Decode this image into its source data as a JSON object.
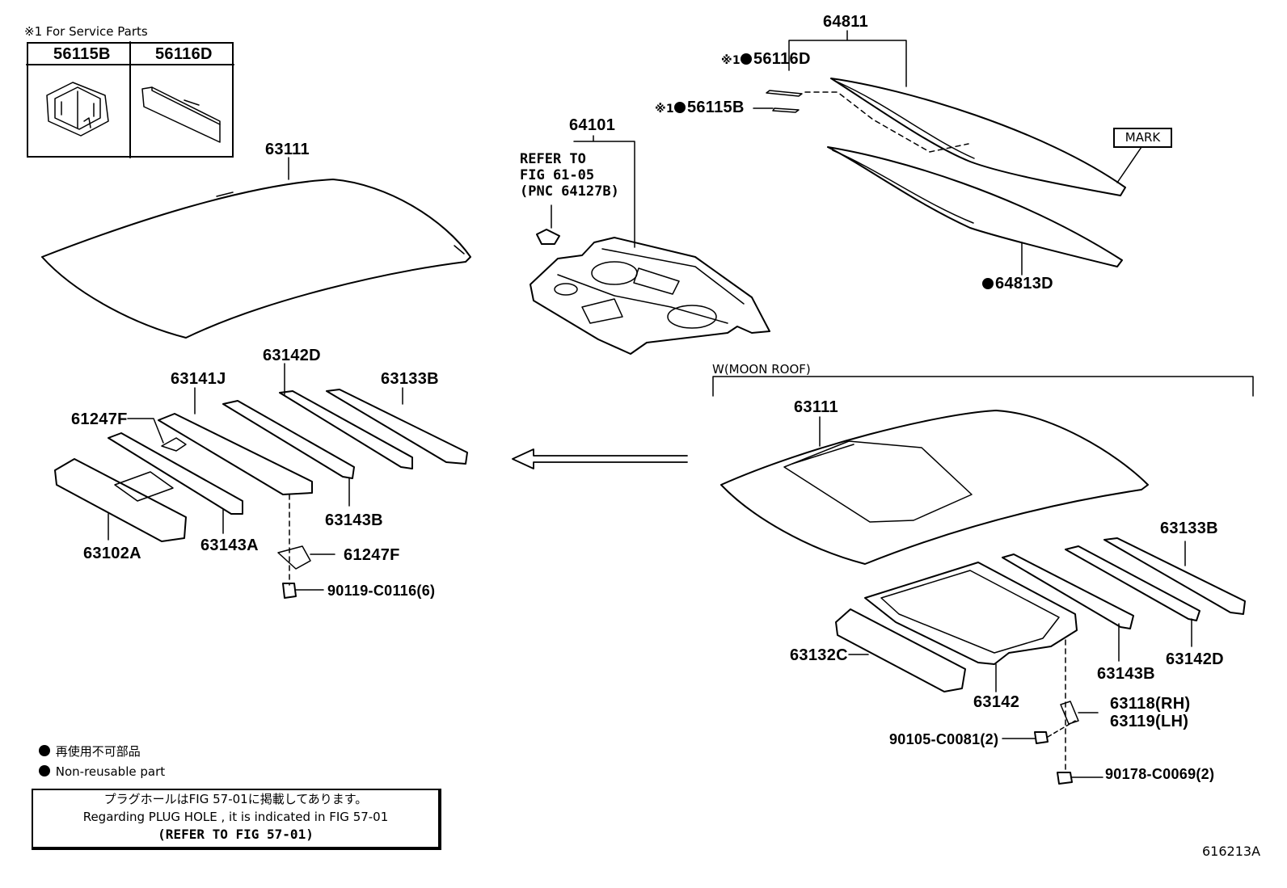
{
  "diagram_code": "616213A",
  "service_parts": {
    "heading": "※1 For Service Parts",
    "col1": "56115B",
    "col2": "56116D"
  },
  "main_section": {
    "roof_panel": "63111",
    "front_header": "63102A",
    "bow_1": "63141J",
    "bow_2": "63143A",
    "bow_3": "63143B",
    "bow_4": "63142D",
    "bow_5": "63133B",
    "bracket_top": "61247F",
    "bracket_bottom": "61247F",
    "bolt": "90119-C0116(6)"
  },
  "back_window": {
    "glass": "64811",
    "spacer_a": "56116D",
    "spacer_b": "56115B",
    "spacer_mark": "※1",
    "dam": "64813D",
    "mark_label": "MARK"
  },
  "package_tray": {
    "panel": "64101",
    "refer_lines": [
      "REFER TO",
      "FIG 61-05",
      "(PNC 64127B)"
    ]
  },
  "moon_roof": {
    "heading": "W(MOON ROOF)",
    "roof_panel": "63111",
    "front_header": "63132C",
    "reinforcement": "63142",
    "bow_1": "63143B",
    "bow_2": "63142D",
    "bow_3": "63133B",
    "bracket_rh": "63118(RH)",
    "bracket_lh": "63119(LH)",
    "screw": "90105-C0081(2)",
    "nut": "90178-C0069(2)"
  },
  "legend": {
    "jp": "再使用不可部品",
    "en": "Non-reusable part"
  },
  "reference_box": {
    "line1": "プラグホールはFIG 57-01に掲載してあります。",
    "line2": "Regarding  PLUG  HOLE , it is indicated in FIG  57-01",
    "line3": "(REFER TO FIG 57-01)"
  }
}
